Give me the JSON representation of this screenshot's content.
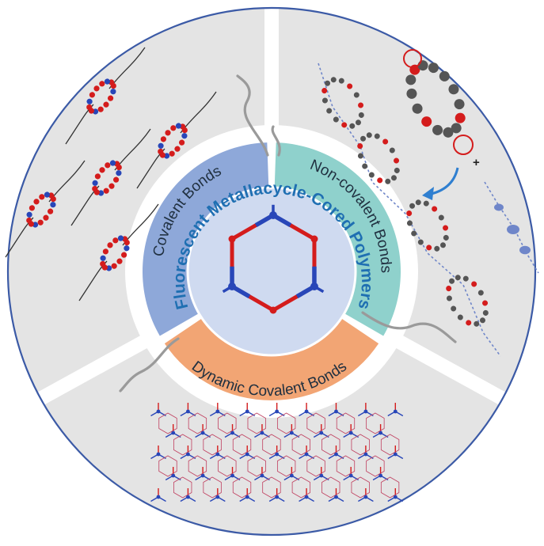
{
  "center": {
    "title": "Fluorescent Metallacycle-Cored Polymers"
  },
  "ring": {
    "covalent": "Covalent Bonds",
    "noncovalent": "Non-covalent Bonds",
    "dynamic": "Dynamic Covalent Bonds"
  },
  "colors": {
    "covalent_band": "#8ea8d9",
    "noncovalent_band": "#8fd1cc",
    "dynamic_band": "#f2a574",
    "core_fill": "#cfdaf0",
    "title_text": "#1f6fb2",
    "sector_grey": "#e4e4e4",
    "outer_ring": "#3b5aa6",
    "hex_red": "#d41c1c",
    "hex_blue": "#2846b8",
    "node_dark": "#555555",
    "chain_grey": "#9a9a9a"
  },
  "icons": {
    "metallacycle": "hexagon-metallacycle-icon",
    "arrow": "curved-arrow-icon",
    "plus": "plus-sign"
  },
  "plus_symbol": "+"
}
